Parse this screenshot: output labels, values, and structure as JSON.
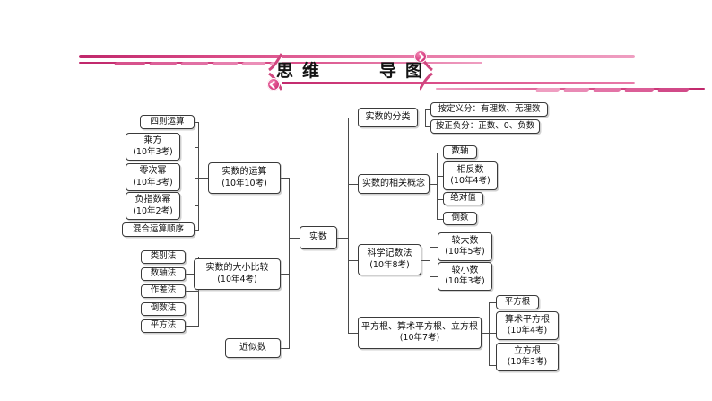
{
  "banner": {
    "title_left": [
      "思",
      "维"
    ],
    "title_right": [
      "导",
      "图"
    ],
    "accent_dark": "#c0276b",
    "accent_light": "#ef9ec1"
  },
  "diagram": {
    "root": {
      "label": "实数"
    },
    "branches": {
      "operations": {
        "label_line1": "实数的运算",
        "label_line2": "(10年10考)",
        "children": [
          {
            "label": "四则运算"
          },
          {
            "label_line1": "乘方",
            "label_line2": "(10年3考)"
          },
          {
            "label_line1": "零次幂",
            "label_line2": "(10年3考)"
          },
          {
            "label_line1": "负指数幂",
            "label_line2": "(10年2考)"
          },
          {
            "label": "混合运算顺序"
          }
        ]
      },
      "comparison": {
        "label_line1": "实数的大小比较",
        "label_line2": "(10年4考)",
        "children": [
          {
            "label": "类别法"
          },
          {
            "label": "数轴法"
          },
          {
            "label": "作差法"
          },
          {
            "label": "倒数法"
          },
          {
            "label": "平方法"
          }
        ]
      },
      "approximation": {
        "label": "近似数"
      },
      "classification": {
        "label": "实数的分类",
        "children": [
          {
            "label": "按定义分：有理数、无理数"
          },
          {
            "label": "按正负分：正数、0、负数"
          }
        ]
      },
      "concepts": {
        "label": "实数的相关概念",
        "children": [
          {
            "label": "数轴"
          },
          {
            "label_line1": "相反数",
            "label_line2": "(10年4考)"
          },
          {
            "label": "绝对值"
          },
          {
            "label": "倒数"
          }
        ]
      },
      "scientific_notation": {
        "label_line1": "科学记数法",
        "label_line2": "(10年8考)",
        "children": [
          {
            "label_line1": "较大数",
            "label_line2": "(10年5考)"
          },
          {
            "label_line1": "较小数",
            "label_line2": "(10年3考)"
          }
        ]
      },
      "roots": {
        "label_line1": "平方根、算术平方根、立方根",
        "label_line2": "(10年7考)",
        "children": [
          {
            "label": "平方根"
          },
          {
            "label_line1": "算术平方根",
            "label_line2": "(10年4考)"
          },
          {
            "label_line1": "立方根",
            "label_line2": "(10年3考)"
          }
        ]
      }
    }
  }
}
